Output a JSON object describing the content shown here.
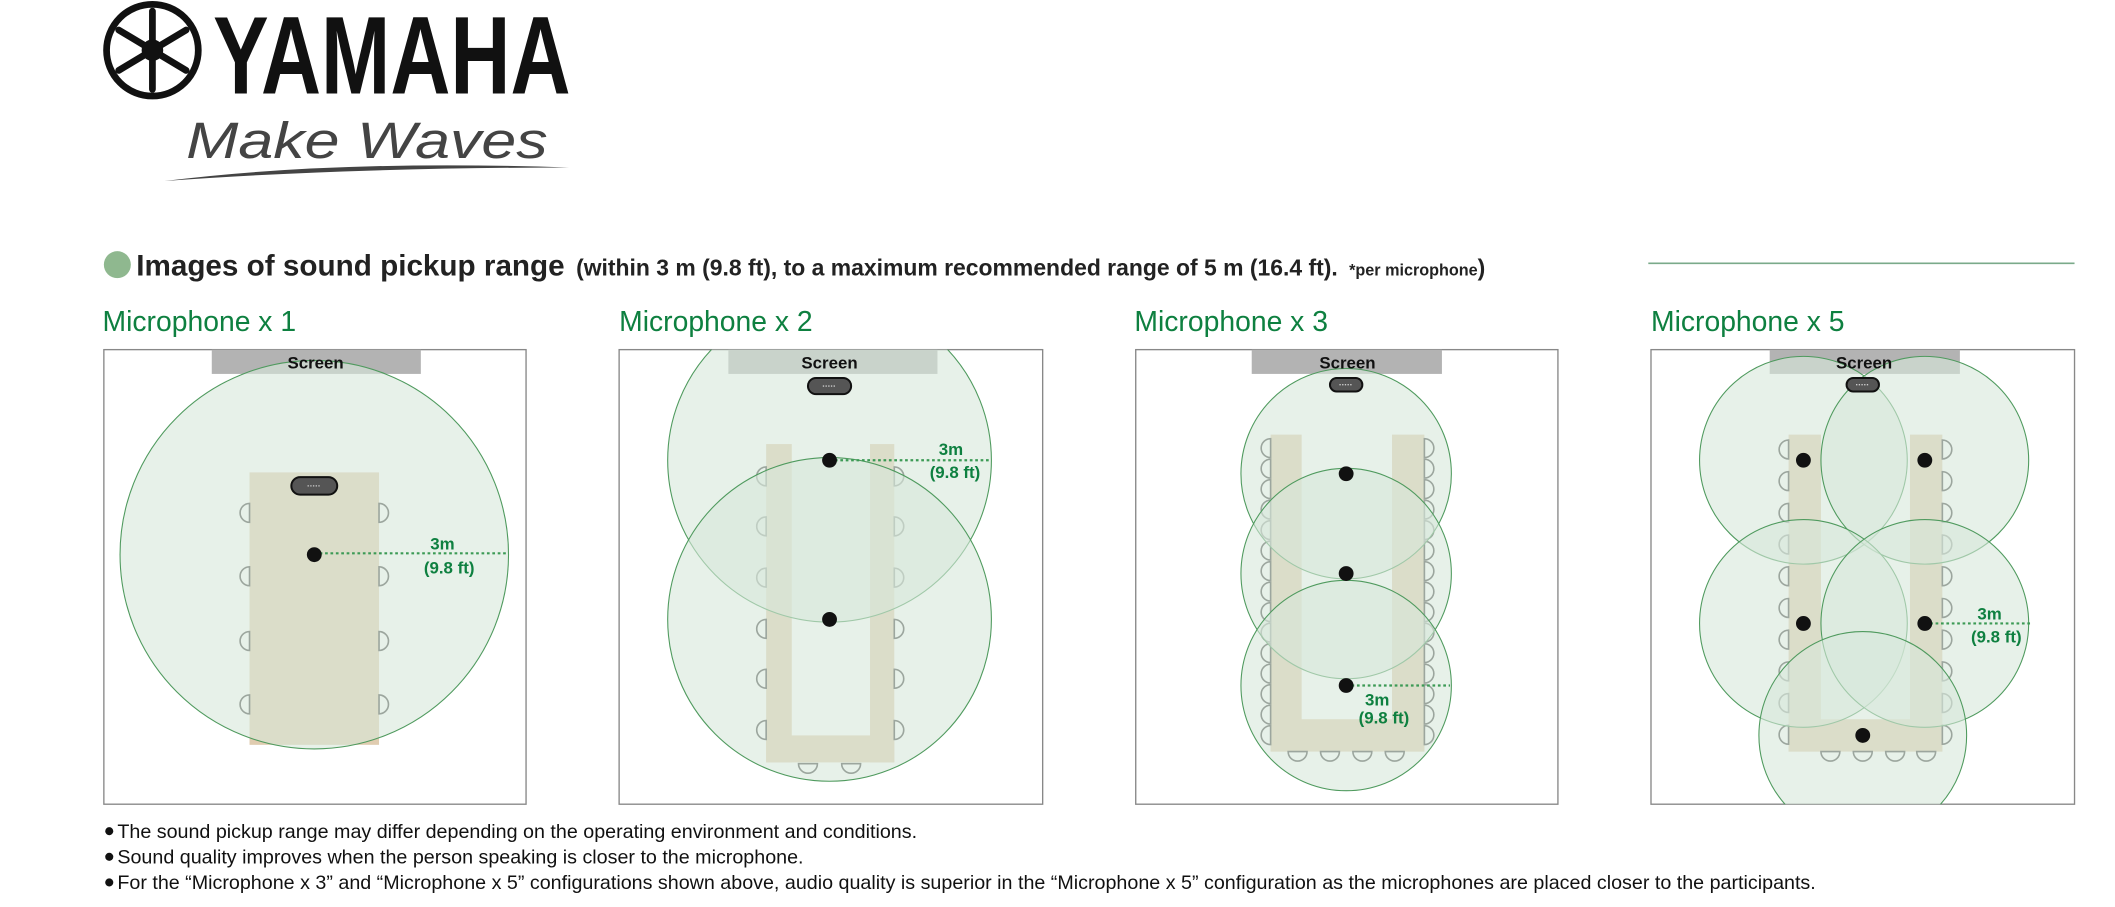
{
  "logo": {
    "brand": "YAMAHA",
    "tagline": "Make Waves"
  },
  "header": {
    "title_main": "Images of sound pickup range",
    "title_sub": "(within 3 m (9.8 ft), to a maximum recommended range of 5 m (16.4 ft).",
    "title_note": "*per microphone",
    "title_close": ")"
  },
  "colors": {
    "accent_green": "#0e8040",
    "bullet": "#8fb88f",
    "table": "#e0ccb0",
    "range": "#d7e8da"
  },
  "panels": [
    {
      "title": "Microphone x 1",
      "screen": "Screen",
      "range_m": "3m",
      "range_ft": "(9.8 ft)"
    },
    {
      "title": "Microphone x 2",
      "screen": "Screen",
      "range_m": "3m",
      "range_ft": "(9.8 ft)"
    },
    {
      "title": "Microphone x 3",
      "screen": "Screen",
      "range_m": "3m",
      "range_ft": "(9.8 ft)"
    },
    {
      "title": "Microphone x 5",
      "screen": "Screen",
      "range_m": "3m",
      "range_ft": "(9.8 ft)"
    }
  ],
  "notes": [
    "The sound pickup range may differ depending on the operating environment and conditions.",
    "Sound quality improves when the person speaking is closer to the microphone.",
    "For the “Microphone x 3” and “Microphone x 5” configurations shown above, audio quality is superior in the “Microphone x 5” configuration as the microphones are placed closer to the participants."
  ]
}
